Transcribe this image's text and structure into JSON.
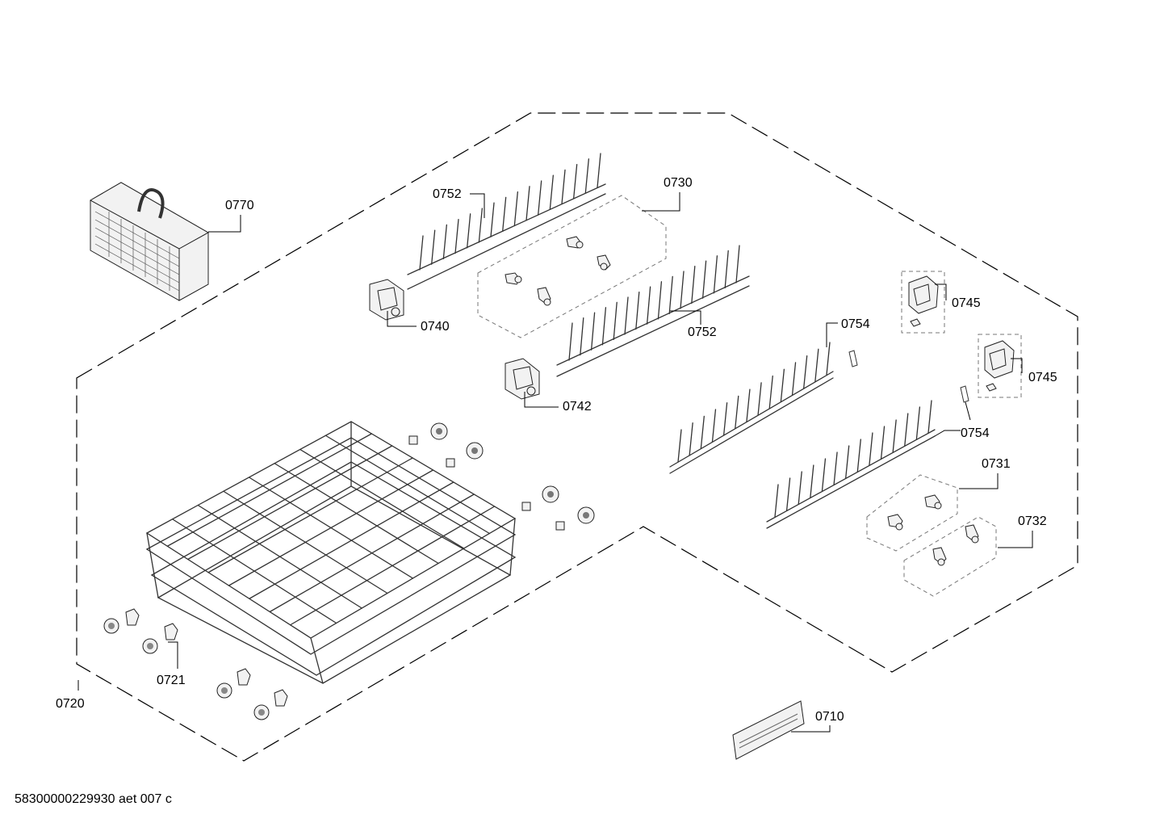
{
  "document_id": "58300000229930 aet 007 c",
  "parts": {
    "p0710": "0710",
    "p0720": "0720",
    "p0721": "0721",
    "p0730": "0730",
    "p0731": "0731",
    "p0732": "0732",
    "p0740": "0740",
    "p0742": "0742",
    "p0745a": "0745",
    "p0745b": "0745",
    "p0752a": "0752",
    "p0752b": "0752",
    "p0754a": "0754",
    "p0754b": "0754",
    "p0770": "0770"
  }
}
